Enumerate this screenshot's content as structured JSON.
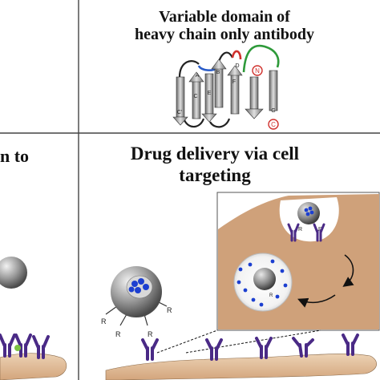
{
  "panels": {
    "top": {
      "title_line1": "Variable domain of",
      "title_line2": "heavy chain only antibody",
      "strand_labels": [
        "A",
        "B",
        "C",
        "D",
        "E",
        "F",
        "G",
        "C'",
        "N",
        "C"
      ]
    },
    "left": {
      "title_fragment": "n to"
    },
    "right": {
      "title_line1": "Drug delivery via cell",
      "title_line2": "targeting",
      "ligand_labels": [
        "R",
        "R",
        "R",
        "R",
        "R",
        "R",
        "R"
      ]
    }
  },
  "colors": {
    "loop_blue": "#2a5cc8",
    "loop_red": "#d0312d",
    "loop_green": "#2e9a3a",
    "antibody_purple": "#4a2a86",
    "cell_tan": "#e6c4a0",
    "drug_blue": "#1c3fd0"
  }
}
